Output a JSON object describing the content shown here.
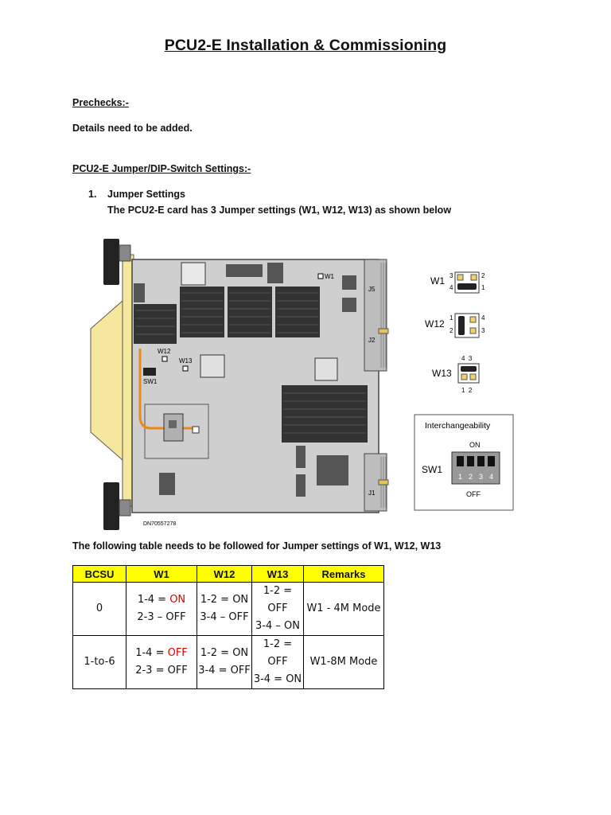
{
  "title": "PCU2-E Installation & Commissioning",
  "prechecks": {
    "heading": "Prechecks:-",
    "text": "Details need to be added."
  },
  "settings": {
    "heading": "PCU2-E Jumper/DIP-Switch Settings:-",
    "item_number": "1.",
    "item_title": "Jumper Settings",
    "item_text": "The PCU2-E card has 3 Jumper settings (W1, W12, W13) as shown below"
  },
  "board_figure": {
    "labels": {
      "w1": "W1",
      "w12": "W12",
      "w13": "W13",
      "sw1": "SW1",
      "j5": "J5",
      "j2": "J2",
      "j1": "J1",
      "code": "DN70557278"
    }
  },
  "jumper_figure": {
    "w1": {
      "label": "W1",
      "pins_top": "3",
      "pins_bottom": "4",
      "pins_right_top": "2",
      "pins_right_bottom": "1"
    },
    "w12": {
      "label": "W12",
      "pin_tl": "1",
      "pin_bl": "2",
      "pin_tr": "4",
      "pin_br": "3"
    },
    "w13": {
      "label": "W13",
      "top": "4  3",
      "bottom": "1  2"
    },
    "box": {
      "title": "Interchangeability",
      "on": "ON",
      "off": "OFF",
      "switch_label": "SW1",
      "switch_nums": [
        "1",
        "2",
        "3",
        "4"
      ]
    }
  },
  "table_intro": "The following table needs to be followed for Jumper settings of W1, W12, W13",
  "table": {
    "headers": [
      "BCSU",
      "W1",
      "W12",
      "W13",
      "Remarks"
    ],
    "rows": [
      {
        "bcsu": "0",
        "w1_line1_prefix": "1-4 = ",
        "w1_line1_value": "ON",
        "w1_line2": "2-3 – OFF",
        "w12_line1": "1-2 = ON",
        "w12_line2": "3-4 – OFF",
        "w13_line1": "1-2 = OFF",
        "w13_line2": "3-4 – ON",
        "remarks": "W1 - 4M Mode"
      },
      {
        "bcsu": "1-to-6",
        "w1_line1_prefix": "1-4 = ",
        "w1_line1_value": "OFF",
        "w1_line2": "2-3 = OFF",
        "w12_line1": "1-2 = ON",
        "w12_line2": "3-4 = OFF",
        "w13_line1": "1-2 = OFF",
        "w13_line2": "3-4 = ON",
        "remarks": "W1-8M Mode"
      }
    ],
    "highlight_color": "#ffff00",
    "accent_red": "#e00000"
  }
}
